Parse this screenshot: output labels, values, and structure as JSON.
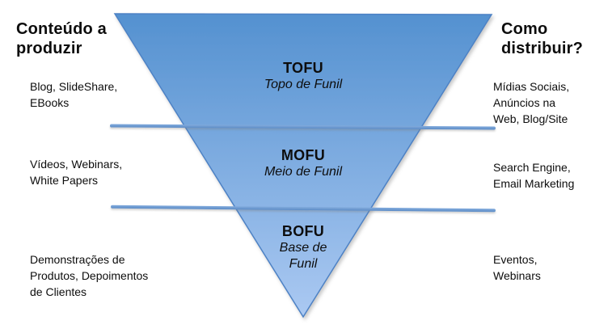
{
  "diagram": {
    "left_column": {
      "heading": "Conteúdo a\nproduzir",
      "items": [
        "Blog, SlideShare,\nEBooks",
        "Vídeos, Webinars,\nWhite Papers",
        "Demonstrações de\nProdutos, Depoimentos\nde Clientes"
      ]
    },
    "right_column": {
      "heading": "Como\ndistribuir?",
      "items": [
        "Mídias Sociais,\nAnúncios na\nWeb, Blog/Site",
        "Search Engine,\nEmail Marketing",
        "Eventos,\nWebinars"
      ]
    },
    "funnel": {
      "stages": [
        {
          "acronym": "TOFU",
          "name": "Topo de Funil"
        },
        {
          "acronym": "MOFU",
          "name": "Meio de Funil"
        },
        {
          "acronym": "BOFU",
          "name": "Base de Funil"
        }
      ],
      "colors": {
        "gradient_top": "#5491d0",
        "gradient_bottom": "#abc9f2",
        "outline": "#4d82c5",
        "divider": "#6c9cd4"
      }
    }
  }
}
